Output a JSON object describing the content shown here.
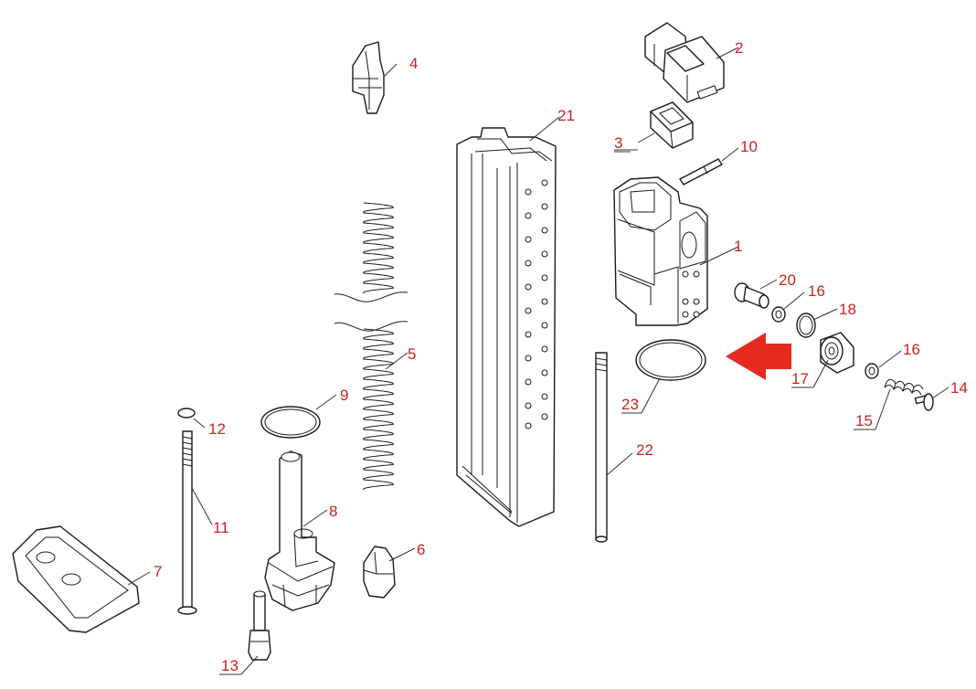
{
  "diagram": {
    "accent_color": "#cc1f1f",
    "arrow_color": "#e52a1f",
    "arrow_icon": "left-arrow-icon",
    "callouts": {
      "c1": "1",
      "c2": "2",
      "c3": "3",
      "c4": "4",
      "c5": "5",
      "c6": "6",
      "c7": "7",
      "c8": "8",
      "c9": "9",
      "c10": "10",
      "c11": "11",
      "c12": "12",
      "c13": "13",
      "c14": "14",
      "c15": "15",
      "c16a": "16",
      "c16b": "16",
      "c17": "17",
      "c18": "18",
      "c20": "20",
      "c21": "21",
      "c22": "22",
      "c23": "23"
    }
  }
}
